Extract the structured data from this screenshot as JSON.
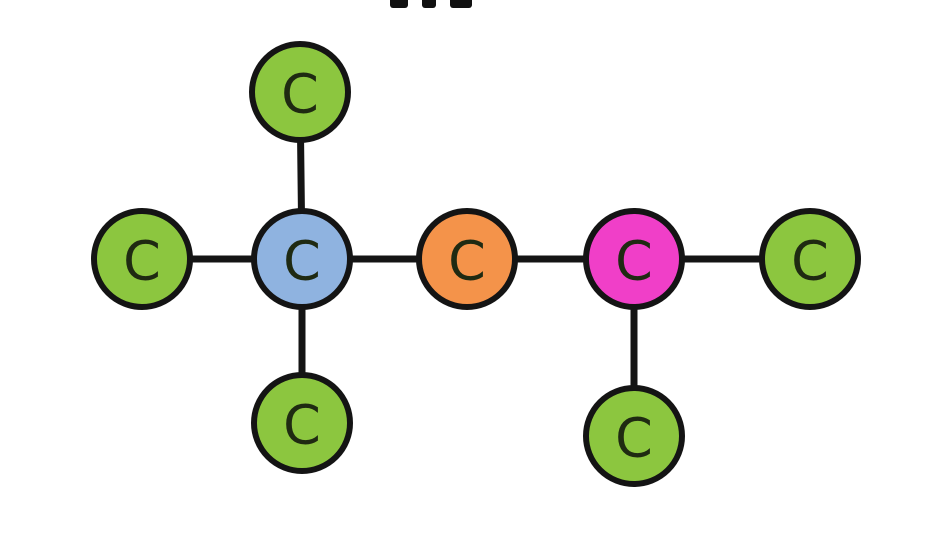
{
  "diagram": {
    "atoms": [
      {
        "id": "a-top",
        "label": "C",
        "color": "#8cc63f"
      },
      {
        "id": "a-left",
        "label": "C",
        "color": "#8cc63f"
      },
      {
        "id": "a-quat",
        "label": "C",
        "color": "#8fb3e0"
      },
      {
        "id": "a-bottom",
        "label": "C",
        "color": "#8cc63f"
      },
      {
        "id": "a-mid",
        "label": "C",
        "color": "#f4934a"
      },
      {
        "id": "a-tert",
        "label": "C",
        "color": "#f03fc8"
      },
      {
        "id": "a-right",
        "label": "C",
        "color": "#8cc63f"
      },
      {
        "id": "a-tert-down",
        "label": "C",
        "color": "#8cc63f"
      }
    ],
    "bonds": [
      [
        "a-quat",
        "a-top"
      ],
      [
        "a-quat",
        "a-left"
      ],
      [
        "a-quat",
        "a-bottom"
      ],
      [
        "a-quat",
        "a-mid"
      ],
      [
        "a-mid",
        "a-tert"
      ],
      [
        "a-tert",
        "a-right"
      ],
      [
        "a-tert",
        "a-tert-down"
      ]
    ]
  }
}
